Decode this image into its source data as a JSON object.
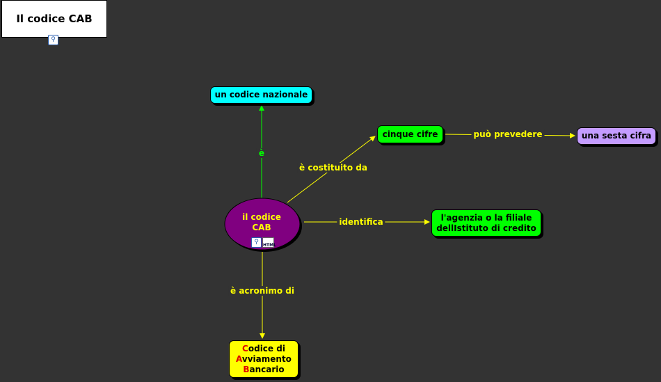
{
  "title": "Il codice CAB",
  "nodes": {
    "center": "il codice CAB",
    "national": "un codice nazionale",
    "five": "cinque cifre",
    "sixth": "una sesta cifra",
    "agency_line1": "l'agenzia o la filiale",
    "agency_line2": "dellIstituto di credito",
    "acronym": {
      "c": "C",
      "odice": "odice di",
      "a": "A",
      "vviamento": "vviamento",
      "b": "B",
      "ancario": "ancario"
    }
  },
  "links": {
    "is": "è",
    "made_of": "è costituito da",
    "identifies": "identifica",
    "may_have": "può prevedere",
    "acronym_of": "è acronimo di"
  },
  "icons": [
    "concept-map-icon",
    "html-icon"
  ],
  "colors": {
    "background": "#333333",
    "cyan": "#00ffff",
    "green": "#00ff00",
    "purple": "#c49cff",
    "center": "#800080",
    "yellow": "#ffff00"
  }
}
